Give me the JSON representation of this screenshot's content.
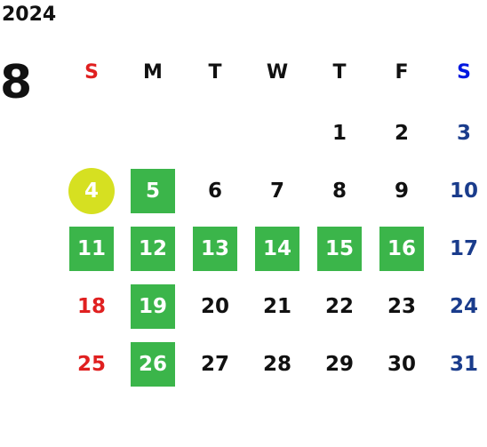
{
  "calendar": {
    "year": "2024",
    "month": "8",
    "weekdays": [
      "S",
      "M",
      "T",
      "W",
      "T",
      "F",
      "S"
    ],
    "weeks": [
      [
        "",
        "",
        "",
        "",
        "1",
        "2",
        "3"
      ],
      [
        "4",
        "5",
        "6",
        "7",
        "8",
        "9",
        "10"
      ],
      [
        "11",
        "12",
        "13",
        "14",
        "15",
        "16",
        "17"
      ],
      [
        "18",
        "19",
        "20",
        "21",
        "22",
        "23",
        "24"
      ],
      [
        "25",
        "26",
        "27",
        "28",
        "29",
        "30",
        "31"
      ]
    ],
    "highlighted_green": [
      "5",
      "11",
      "12",
      "13",
      "14",
      "15",
      "16",
      "19",
      "26"
    ],
    "highlighted_circle": [
      "4"
    ]
  },
  "colors": {
    "sunday": "#e02020",
    "saturday": "#1a3c8c",
    "saturday_header": "#0018e0",
    "normal": "#111111",
    "green": "#3bb54a",
    "circle": "#d6e021"
  }
}
